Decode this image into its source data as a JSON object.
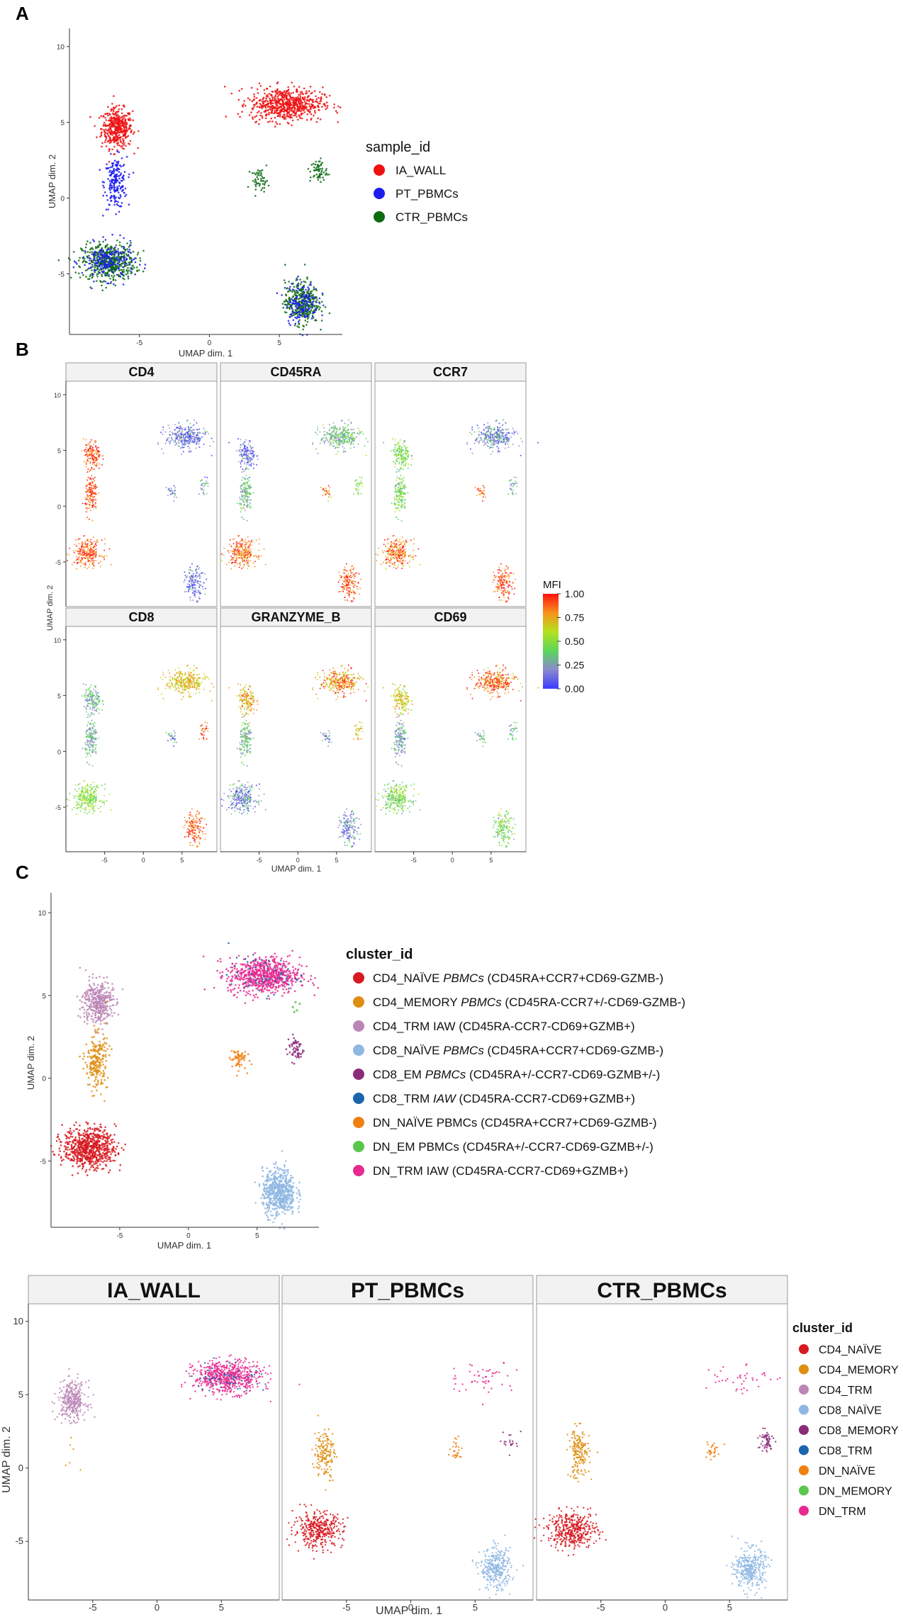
{
  "panels": {
    "A": "A",
    "B": "B",
    "C": "C"
  },
  "axes": {
    "x": "UMAP dim. 1",
    "y": "UMAP dim. 2"
  },
  "chart_data": [
    {
      "type": "scatter",
      "panel": "A",
      "xlabel": "UMAP dim. 1",
      "ylabel": "UMAP dim. 2",
      "xlim": [
        -10,
        9.5
      ],
      "ylim": [
        -9,
        11.2
      ],
      "xticks": [
        -5,
        0,
        5
      ],
      "yticks": [
        -5,
        0,
        5,
        10
      ],
      "legend_title": "sample_id",
      "legend": [
        {
          "label": "IA_WALL",
          "color": "#ee1111"
        },
        {
          "label": "PT_PBMCs",
          "color": "#1c1cee"
        },
        {
          "label": "CTR_PBMCs",
          "color": "#0d6b12"
        }
      ]
    },
    {
      "type": "scatter",
      "panel": "B",
      "facets": [
        "CD4",
        "CD45RA",
        "CCR7",
        "CD8",
        "GRANZYME_B",
        "CD69"
      ],
      "xlabel": "UMAP dim. 1",
      "ylabel": "UMAP dim. 2",
      "xticks": [
        -5,
        0,
        5
      ],
      "yticks": [
        -5,
        0,
        5,
        10
      ],
      "colorbar": {
        "title": "MFI",
        "ticks": [
          "1.00",
          "0.75",
          "0.50",
          "0.25",
          "0.00"
        ]
      }
    },
    {
      "type": "scatter",
      "panel": "C",
      "xlabel": "UMAP dim. 1",
      "ylabel": "UMAP dim. 2",
      "xticks": [
        -5,
        0,
        5
      ],
      "yticks": [
        -5,
        0,
        5,
        10
      ],
      "legend_title": "cluster_id",
      "legend": [
        {
          "name": "CD4_NAÏVE",
          "cells": "PBMCs",
          "italic": true,
          "markers": "(CD45RA+CCR7+CD69-GZMB-)",
          "color": "#d71920"
        },
        {
          "name": "CD4_MEMORY",
          "cells": "PBMCs",
          "italic": true,
          "markers": "(CD45RA-CCR7+/-CD69-GZMB-)",
          "color": "#df8e12"
        },
        {
          "name": "CD4_TRM",
          "cells": "IAW",
          "italic": false,
          "markers": "(CD45RA-CCR7-CD69+GZMB+)",
          "color": "#bb86b6"
        },
        {
          "name": "CD8_NAÏVE",
          "cells": "PBMCs",
          "italic": true,
          "markers": "(CD45RA+CCR7+CD69-GZMB-)",
          "color": "#8fb7e3"
        },
        {
          "name": "CD8_EM",
          "cells": "PBMCs",
          "italic": true,
          "markers": "(CD45RA+/-CCR7-CD69-GZMB+/-)",
          "color": "#8b2c7a"
        },
        {
          "name": "CD8_TRM",
          "cells": "IAW",
          "italic": true,
          "markers": "(CD45RA-CCR7-CD69+GZMB+)",
          "color": "#1c64ad"
        },
        {
          "name": "DN_NAÏVE",
          "cells": "PBMCs",
          "italic": false,
          "markers": "(CD45RA+CCR7+CD69-GZMB-)",
          "color": "#f08012"
        },
        {
          "name": "DN_EM",
          "cells": "PBMCs",
          "italic": false,
          "markers": "(CD45RA+/-CCR7-CD69-GZMB+/-)",
          "color": "#5ac64b"
        },
        {
          "name": "DN_TRM",
          "cells": "IAW",
          "italic": false,
          "markers": "(CD45RA-CCR7-CD69+GZMB+)",
          "color": "#e8298f"
        }
      ]
    },
    {
      "type": "scatter",
      "panel": "C-facets",
      "facets": [
        "IA_WALL",
        "PT_PBMCs",
        "CTR_PBMCs"
      ],
      "xlabel": "UMAP dim. 1",
      "ylabel": "UMAP dim. 2",
      "xticks": [
        -5,
        0,
        5
      ],
      "yticks": [
        -5,
        0,
        5,
        10
      ],
      "legend_title": "cluster_id",
      "legend": [
        {
          "label": "CD4_NAÏVE",
          "color": "#d71920"
        },
        {
          "label": "CD4_MEMORY",
          "color": "#df8e12"
        },
        {
          "label": "CD4_TRM",
          "color": "#bb86b6"
        },
        {
          "label": "CD8_NAÏVE",
          "color": "#8fb7e3"
        },
        {
          "label": "CD8_MEMORY",
          "color": "#8b2c7a"
        },
        {
          "label": "CD8_TRM",
          "color": "#1c64ad"
        },
        {
          "label": "DN_NAÏVE",
          "color": "#f08012"
        },
        {
          "label": "DN_MEMORY",
          "color": "#5ac64b"
        },
        {
          "label": "DN_TRM",
          "color": "#e8298f"
        }
      ]
    }
  ]
}
